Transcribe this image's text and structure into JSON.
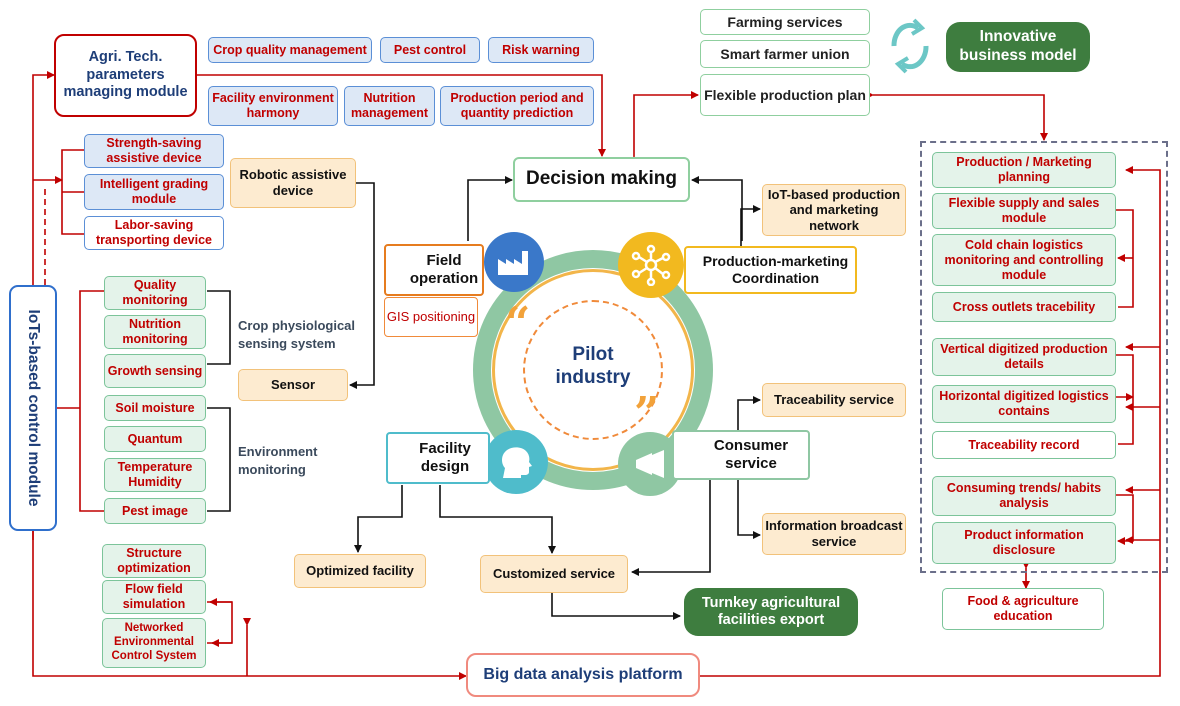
{
  "agri_module": "Agri. Tech. parameters managing module",
  "top_boxes": [
    "Crop quality management",
    "Pest control",
    "Risk warning",
    "Facility  environment harmony",
    "Nutrition management",
    "Production period and quantity prediction"
  ],
  "assist_devices": [
    "Strength-saving assistive device",
    "Intelligent grading module",
    "Labor-saving transporting device"
  ],
  "robotic": "Robotic assistive device",
  "control_module": "IoTs-based control module",
  "sensing_items": [
    "Quality monitoring",
    "Nutrition monitoring",
    "Growth sensing",
    "Soil moisture",
    "Quantum",
    "Temperature Humidity",
    "Pest image"
  ],
  "crop_system": "Crop physiological sensing system",
  "env_monitoring": "Environment monitoring",
  "sensor": "Sensor",
  "structure_items": [
    "Structure optimization",
    "Flow field simulation",
    "Networked Environmental Control System"
  ],
  "big_data": "Big data analysis platform",
  "optimized_facility": "Optimized facility",
  "customized_service": "Customized service",
  "turnkey": "Turnkey agricultural facilities export",
  "decision": "Decision making",
  "field_operation": "Field operation",
  "gis": "GIS positioning",
  "prod_coord": "Production-marketing Coordination",
  "iot_network": "IoT-based production  and marketing network",
  "pilot": "Pilot industry",
  "facility_design": "Facility design",
  "consumer_service": "Consumer service",
  "traceability_service": "Traceability service",
  "info_broadcast": "Information broadcast service",
  "top_right": [
    "Farming services",
    "Smart farmer union",
    "Flexible production plan"
  ],
  "innovative": "Innovative business model",
  "right_items": [
    "Production / Marketing planning",
    "Flexible supply and sales module",
    "Cold chain logistics monitoring and controlling module",
    "Cross outlets tracebility",
    "Vertical digitized production details",
    "Horizontal digitized logistics contains",
    "Traceability record",
    "Consuming trends/ habits analysis",
    "Product information disclosure"
  ],
  "food_edu": "Food & agriculture education",
  "colors": {
    "red": "#c00000",
    "blue": "#2f6fcc",
    "green": "#3e7d3f",
    "orange": "#f2a23a",
    "teal": "#4fbccb"
  }
}
